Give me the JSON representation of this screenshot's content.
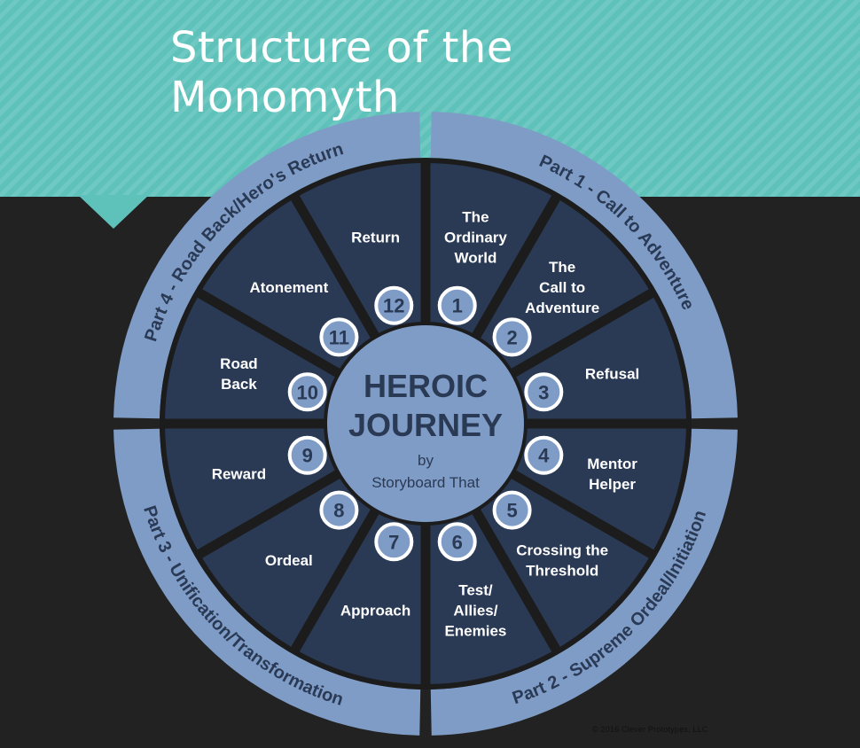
{
  "title": {
    "line1": "Structure of the",
    "line2": "Monomyth"
  },
  "center": {
    "line1": "HEROIC",
    "line2": "JOURNEY",
    "by": "by",
    "credit": "Storyboard That"
  },
  "parts": [
    {
      "label": "Part 1 - Call to Adventure"
    },
    {
      "label": "Part 2 - Supreme Ordeal/Initiation"
    },
    {
      "label": "Part 3 - Unification/Transformation"
    },
    {
      "label": "Part 4 - Road Back/Hero's Return"
    }
  ],
  "stages": [
    {
      "number": "1",
      "lines": [
        "The",
        "Ordinary",
        "World"
      ]
    },
    {
      "number": "2",
      "lines": [
        "The",
        "Call to",
        "Adventure"
      ]
    },
    {
      "number": "3",
      "lines": [
        "Refusal"
      ]
    },
    {
      "number": "4",
      "lines": [
        "Mentor",
        "Helper"
      ]
    },
    {
      "number": "5",
      "lines": [
        "Crossing the",
        "Threshold"
      ]
    },
    {
      "number": "6",
      "lines": [
        "Test/",
        "Allies/",
        "Enemies"
      ]
    },
    {
      "number": "7",
      "lines": [
        "Approach"
      ]
    },
    {
      "number": "8",
      "lines": [
        "Ordeal"
      ]
    },
    {
      "number": "9",
      "lines": [
        "Reward"
      ]
    },
    {
      "number": "10",
      "lines": [
        "Road",
        "Back"
      ]
    },
    {
      "number": "11",
      "lines": [
        "Atonement"
      ]
    },
    {
      "number": "12",
      "lines": [
        "Return"
      ]
    }
  ],
  "copyright": "© 2016 Clever Prototypes, LLC",
  "colors": {
    "teal": "#5fc2ba",
    "background": "#222222",
    "ring": "#7f9cc6",
    "segment": "#2a3a55",
    "hub": "#7f9cc6",
    "hub_text": "#2a3a55",
    "badge_fill": "#7f9cc6",
    "badge_stroke": "#ffffff"
  }
}
